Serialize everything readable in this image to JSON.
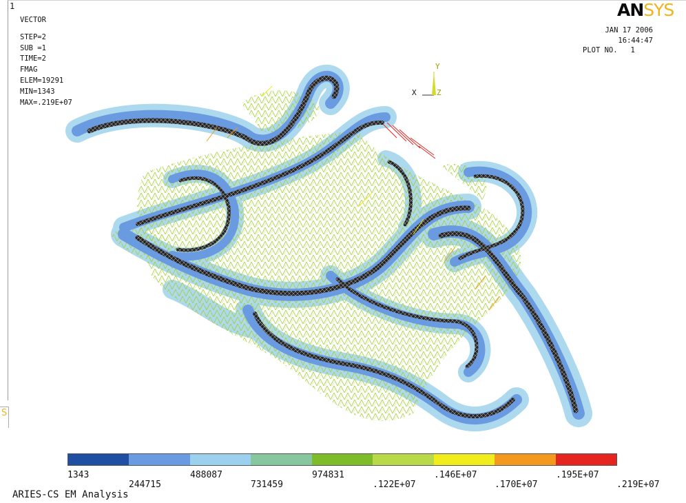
{
  "window_number": "1",
  "info": [
    "VECTOR",
    "STEP=2",
    "SUB =1",
    "TIME=2",
    "FMAG",
    "ELEM=19291",
    "MIN=1343",
    "MAX=.219E+07"
  ],
  "logo": {
    "part1": "AN",
    "part2": "SYS"
  },
  "date": "JAN 17 2006",
  "time": "16:44:47",
  "plot_no": "PLOT NO.   1",
  "triad": {
    "x": "X",
    "y": "Y",
    "z": "Z"
  },
  "legend": {
    "colors": [
      "#1f4fa3",
      "#6a9be0",
      "#9bd1ef",
      "#86c79f",
      "#7fbc2a",
      "#b7d94a",
      "#f1ec1c",
      "#f39a1e",
      "#e42520"
    ],
    "labels_top": [
      "1343",
      "488087",
      "974831",
      ".146E+07",
      ".195E+07"
    ],
    "labels_bottom": [
      "244715",
      "731459",
      ".122E+07",
      ".170E+07",
      ".219E+07"
    ]
  },
  "caption": "ARIES-CS EM Analysis",
  "corner_fragment": "S"
}
